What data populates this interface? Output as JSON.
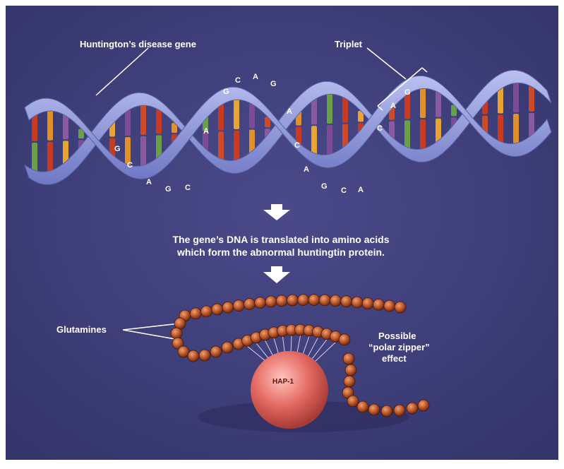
{
  "labels": {
    "gene": "Huntington’s disease gene",
    "triplet": "Triplet",
    "caption_line1": "The gene’s DNA is translated into amino acids",
    "caption_line2": "which form the abnormal huntingtin protein.",
    "glutamines": "Glutamines",
    "zipper_line1": "Possible",
    "zipper_line2": "“polar zipper”",
    "zipper_line3": "effect",
    "hap1": "HAP-1"
  },
  "bases": [
    "G",
    "C",
    "A",
    "G",
    "C",
    "A",
    "G",
    "C",
    "A",
    "G",
    "A",
    "C",
    "A",
    "G",
    "C",
    "A",
    "C",
    "A",
    "G"
  ],
  "colors": {
    "background": "#3f3f7a",
    "ribbon": "#8f98d8",
    "ribbon_edge": "#5b62a8",
    "bead": "#b8542a",
    "sphere": "#e06a62",
    "text": "#ffffff"
  }
}
